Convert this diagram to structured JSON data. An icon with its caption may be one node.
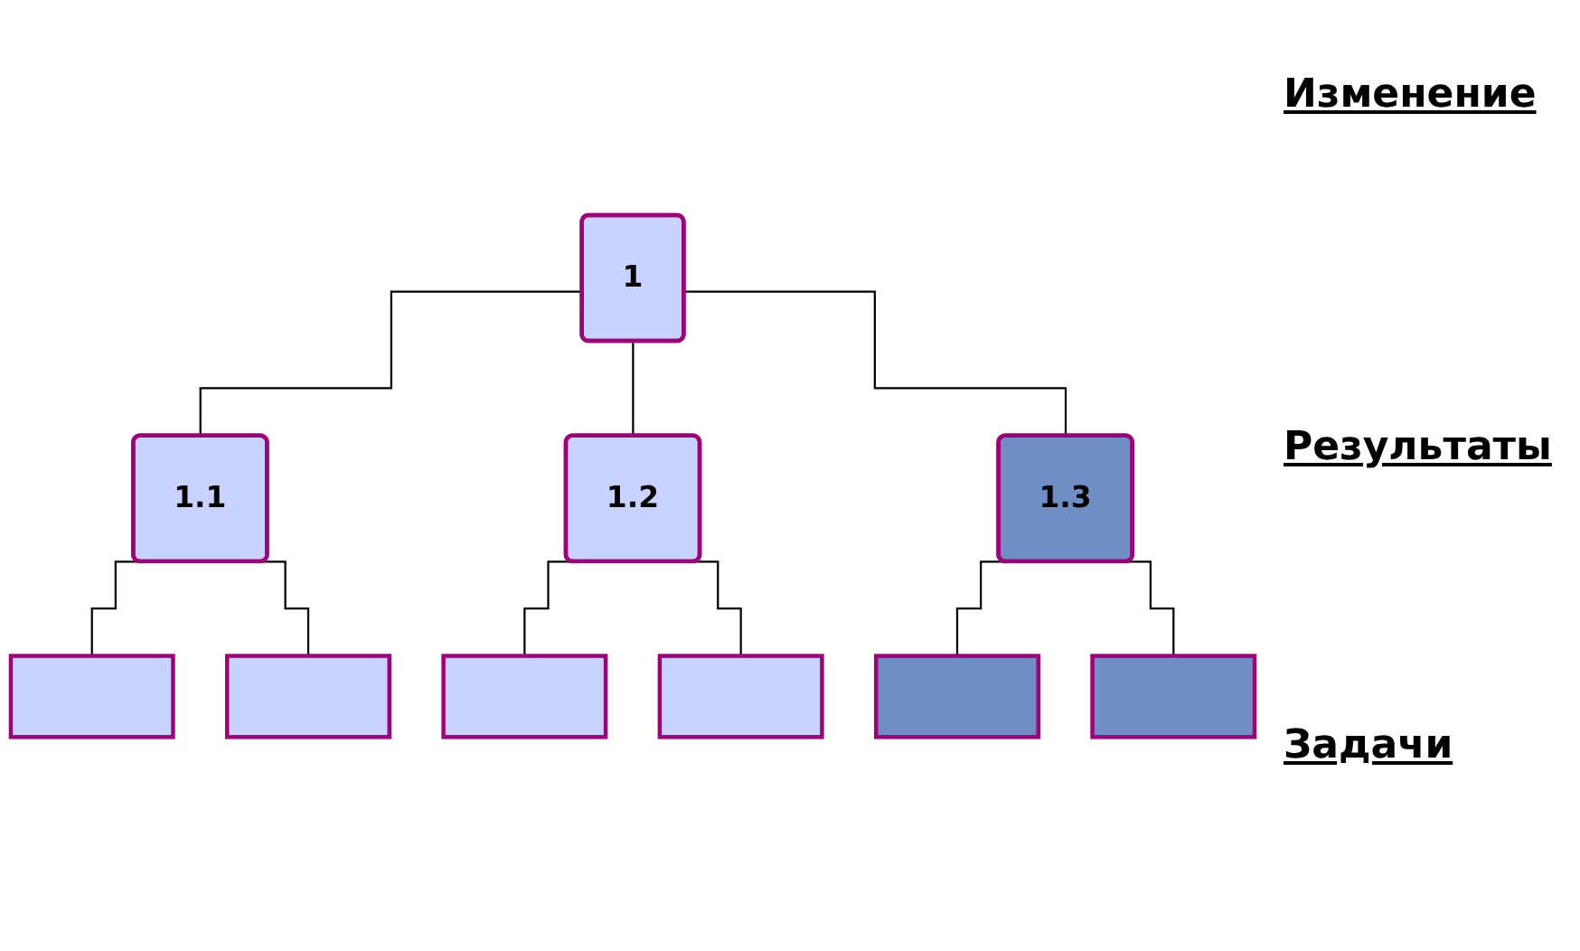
{
  "diagram": {
    "nodes": [
      {
        "text": [
          "1"
        ]
      },
      {
        "text": [
          "1.1"
        ]
      },
      {
        "text": [
          "1.2"
        ]
      },
      {
        "text": [
          "1.3"
        ]
      },
      {
        "text": [],
        "shape": "box"
      },
      {
        "text": [],
        "shape": "box"
      },
      {
        "text": [],
        "shape": "box"
      },
      {
        "text": [],
        "shape": "box"
      },
      {
        "text": [],
        "shape": "box"
      },
      {
        "text": [],
        "shape": "box"
      }
    ],
    "edges": [
      {
        "from": 0,
        "to": 1,
        "arrow": "none"
      },
      {
        "from": 0,
        "to": 2,
        "arrow": "none"
      },
      {
        "from": 0,
        "to": 3,
        "arrow": "none"
      },
      {
        "from": 1,
        "to": 4,
        "arrow": "none"
      },
      {
        "from": 1,
        "to": 5,
        "arrow": "none"
      },
      {
        "from": 2,
        "to": 6,
        "arrow": "none"
      },
      {
        "from": 2,
        "to": 7,
        "arrow": "none"
      },
      {
        "from": 3,
        "to": 8,
        "arrow": "none"
      },
      {
        "from": 3,
        "to": 9,
        "arrow": "none"
      }
    ],
    "labels": [
      "Изменение",
      "Результаты",
      "Задачи"
    ]
  }
}
